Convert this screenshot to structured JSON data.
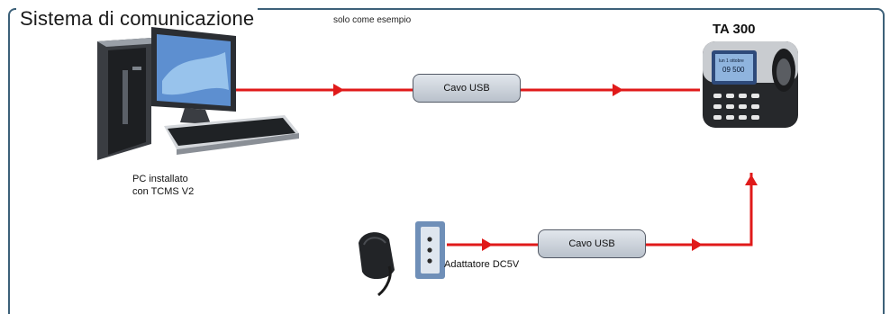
{
  "diagram": {
    "title": "Sistema di comunicazione",
    "note": "solo come esempio",
    "device_name": "TA 300",
    "pc_label_line1": "PC installato",
    "pc_label_line2": "con TCMS V2",
    "cable_top_label": "Cavo USB",
    "cable_bottom_label": "Cavo USB",
    "adapter_label": "Adattatore DC5V",
    "screen_text_line1": "lun 1 ottobre",
    "screen_text_line2": "09 500"
  },
  "colors": {
    "connector_line": "#e01a1a",
    "frame_border": "#3d6179",
    "cable_box": "#c8cfd8"
  }
}
